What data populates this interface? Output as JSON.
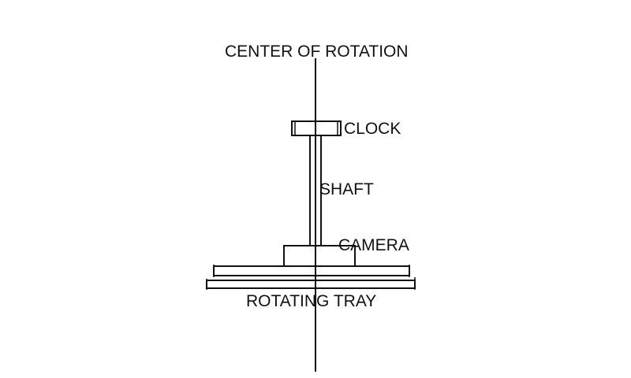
{
  "labels": {
    "center_of_rotation": "CENTER OF ROTATION",
    "clock": "CLOCK",
    "shaft": "SHAFT",
    "camera": "CAMERA",
    "rotating_tray": "ROTATING TRAY"
  },
  "colors": {
    "background": "#ffffff",
    "line": "#111111"
  }
}
